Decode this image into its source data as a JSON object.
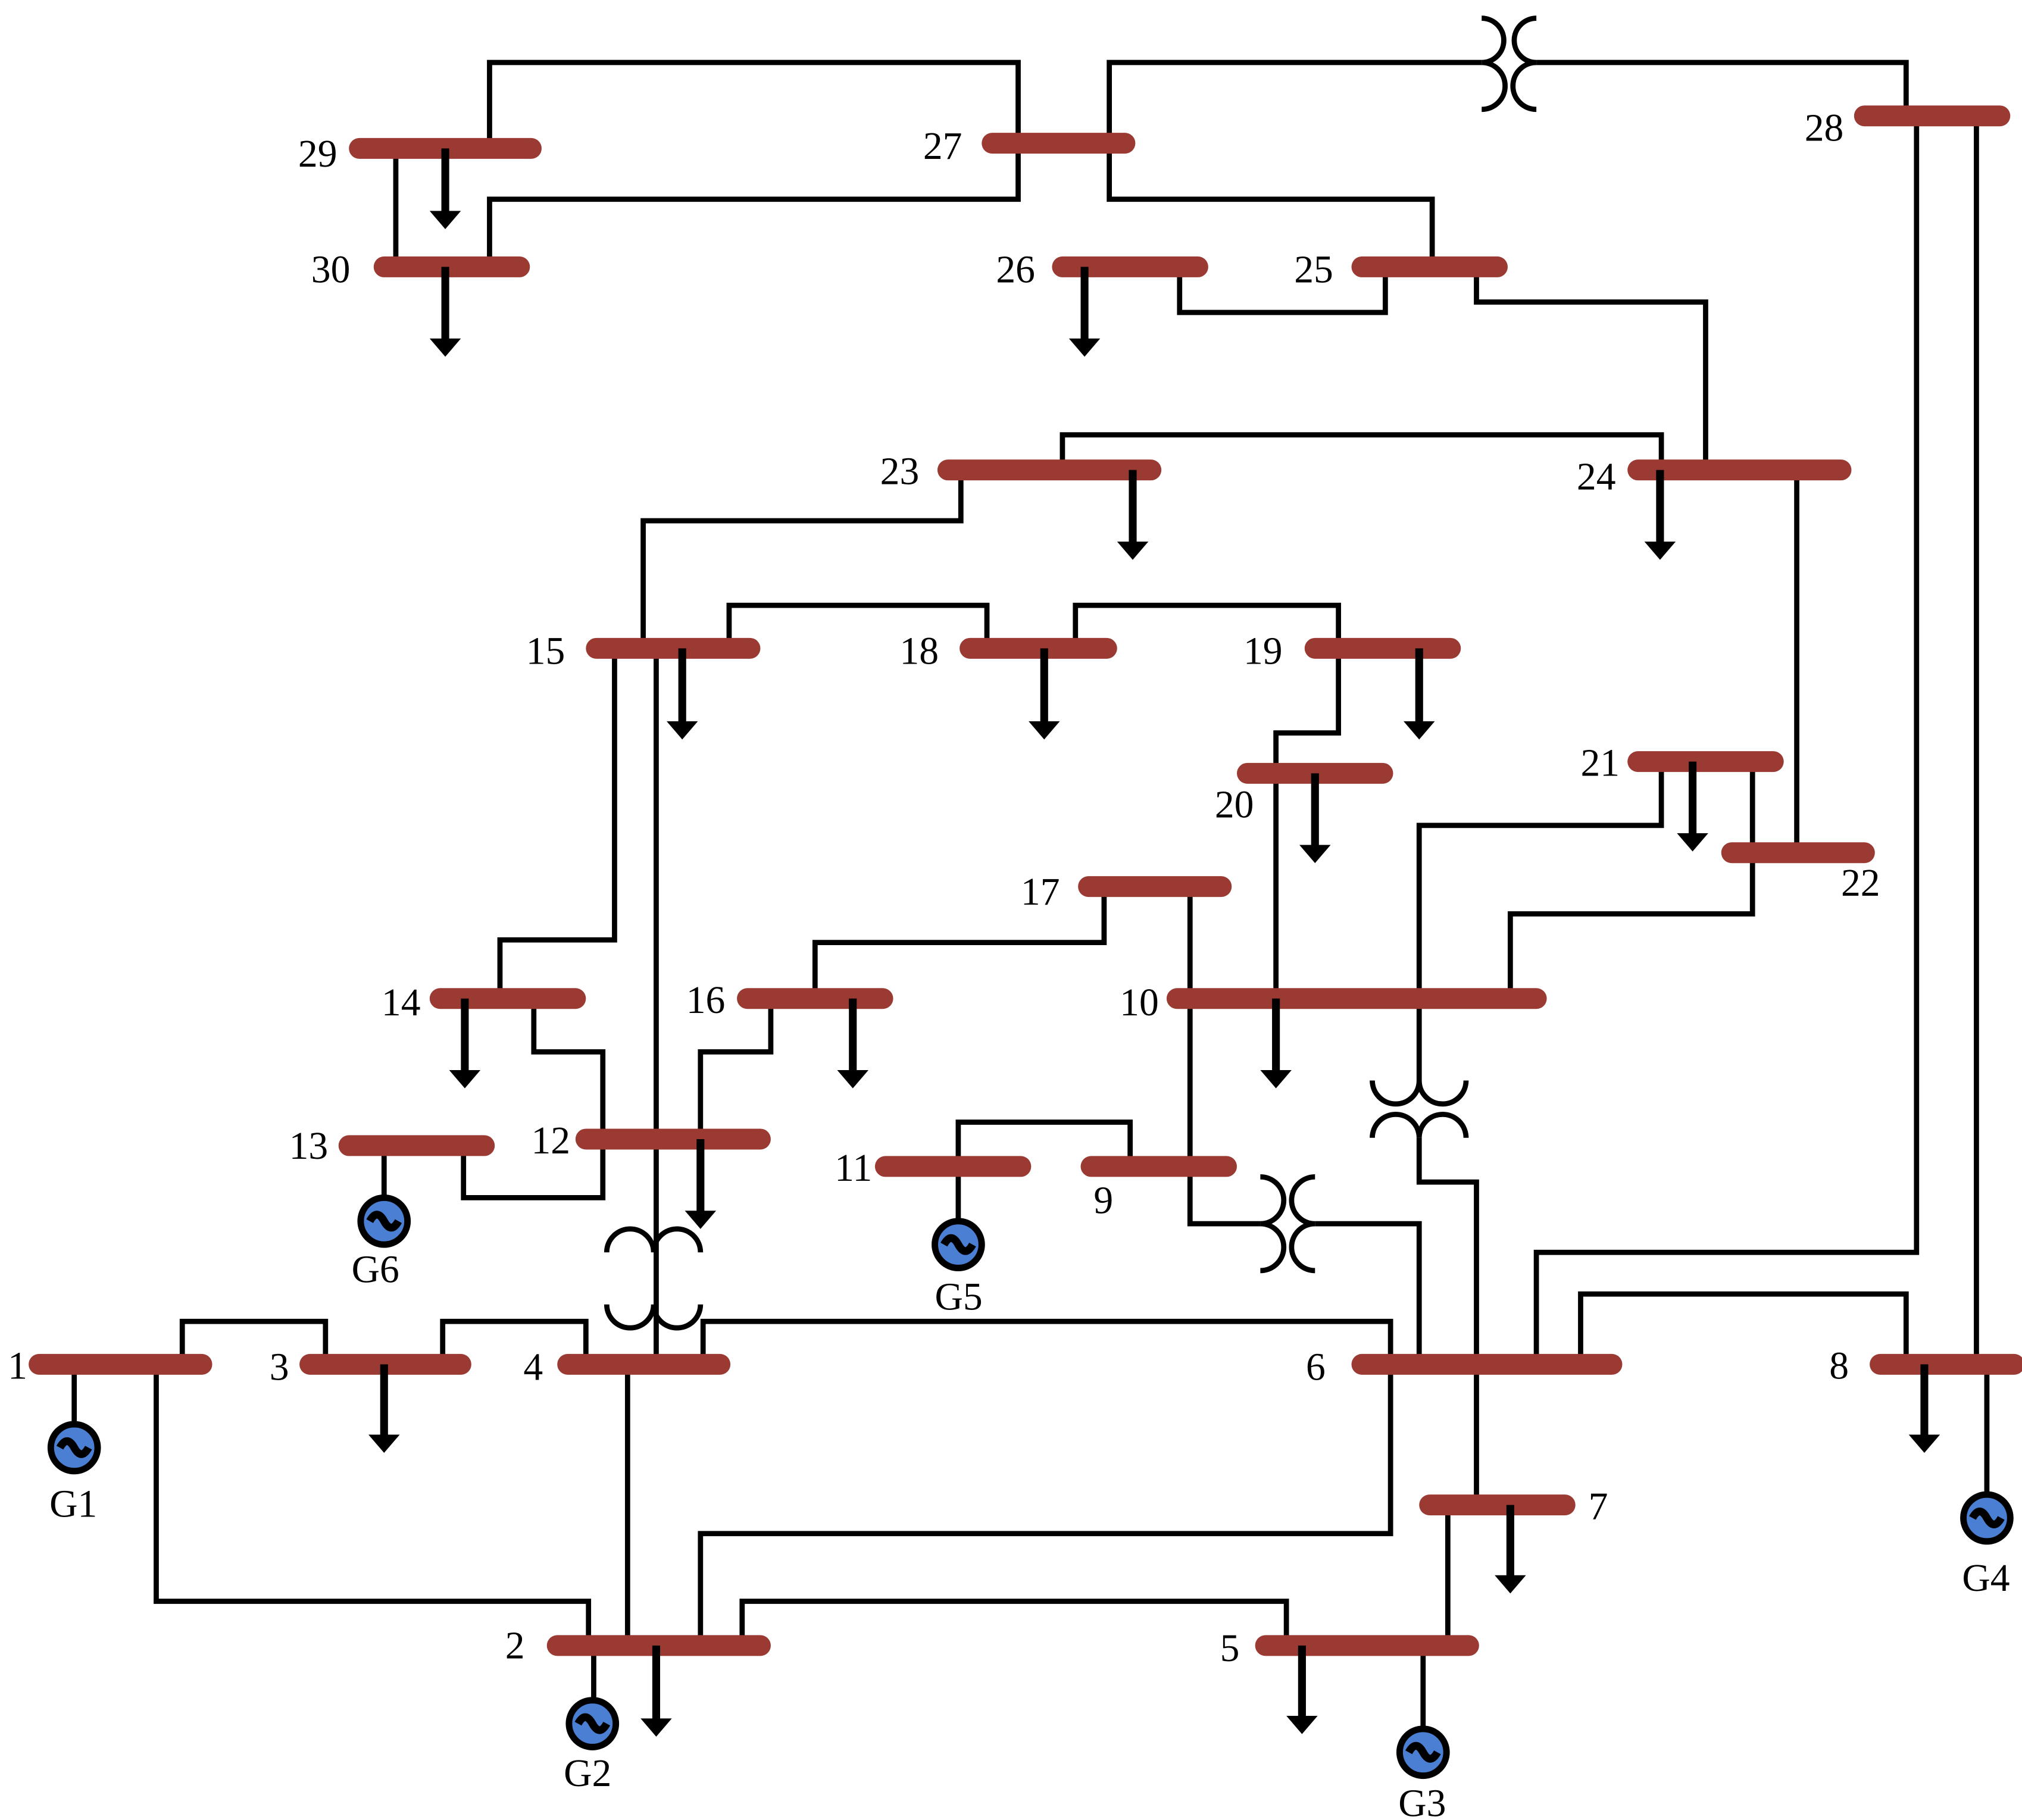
{
  "diagram": {
    "bus_labels": {
      "b1": "1",
      "b2": "2",
      "b3": "3",
      "b4": "4",
      "b5": "5",
      "b6": "6",
      "b7": "7",
      "b8": "8",
      "b9": "9",
      "b10": "10",
      "b11": "11",
      "b12": "12",
      "b13": "13",
      "b14": "14",
      "b15": "15",
      "b16": "16",
      "b17": "17",
      "b18": "18",
      "b19": "19",
      "b20": "20",
      "b21": "21",
      "b22": "22",
      "b23": "23",
      "b24": "24",
      "b25": "25",
      "b26": "26",
      "b27": "27",
      "b28": "28",
      "b29": "29",
      "b30": "30"
    },
    "generator_labels": {
      "g1": "G1",
      "g2": "G2",
      "g3": "G3",
      "g4": "G4",
      "g5": "G5",
      "g6": "G6"
    },
    "colors": {
      "bus": "#9b3a33",
      "line": "#000000",
      "generator": "#4a7fd4"
    }
  }
}
